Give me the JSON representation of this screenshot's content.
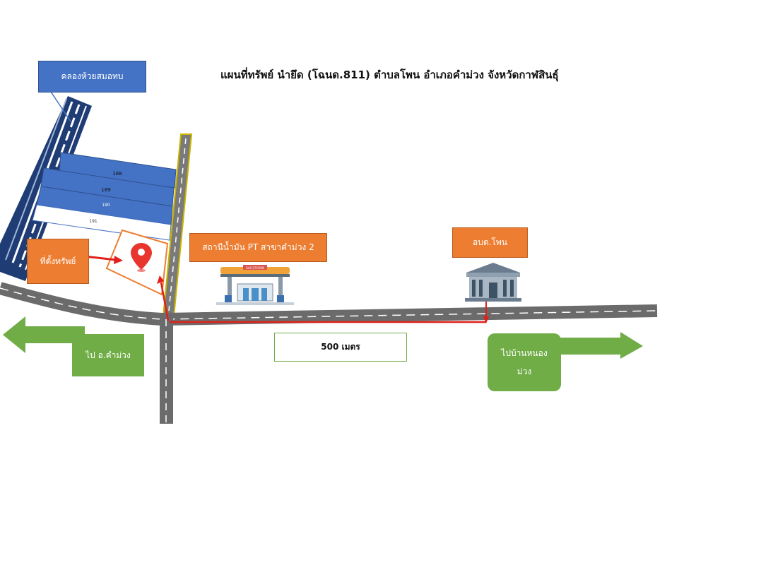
{
  "title": "แผนที่ทรัพย์ นำยึด (โฉนด.811) ตำบลโพน อำเภอคำม่วง จังหวัดกาฬสินธุ์",
  "labels": {
    "canal": "คลองห้วยสมอทบ",
    "property": "ที่ตั้งทรัพย์",
    "gas_station": "สถานีน้ำมัน PT สาขาคำม่วง 2",
    "gas_station_sign": "GAS STATION",
    "office": "อบต.โพน",
    "distance": "500 เมตร",
    "to_left": "ไป อ.คำม่วง",
    "to_right_line1": "ไปบ้านหนอง",
    "to_right_line2": "ม่วง"
  },
  "parcels": [
    "188",
    "189",
    "190",
    "191"
  ],
  "colors": {
    "road": "#6b6b6b",
    "road_dash": "#ffffff",
    "route": "#e0201b",
    "label_blue": "#4472c4",
    "label_orange": "#ed7d31",
    "arrow_green": "#70ad47",
    "parcel_blue": "#4472c4",
    "plot_outline": "#ed7d31",
    "pin": "#e8362f"
  }
}
